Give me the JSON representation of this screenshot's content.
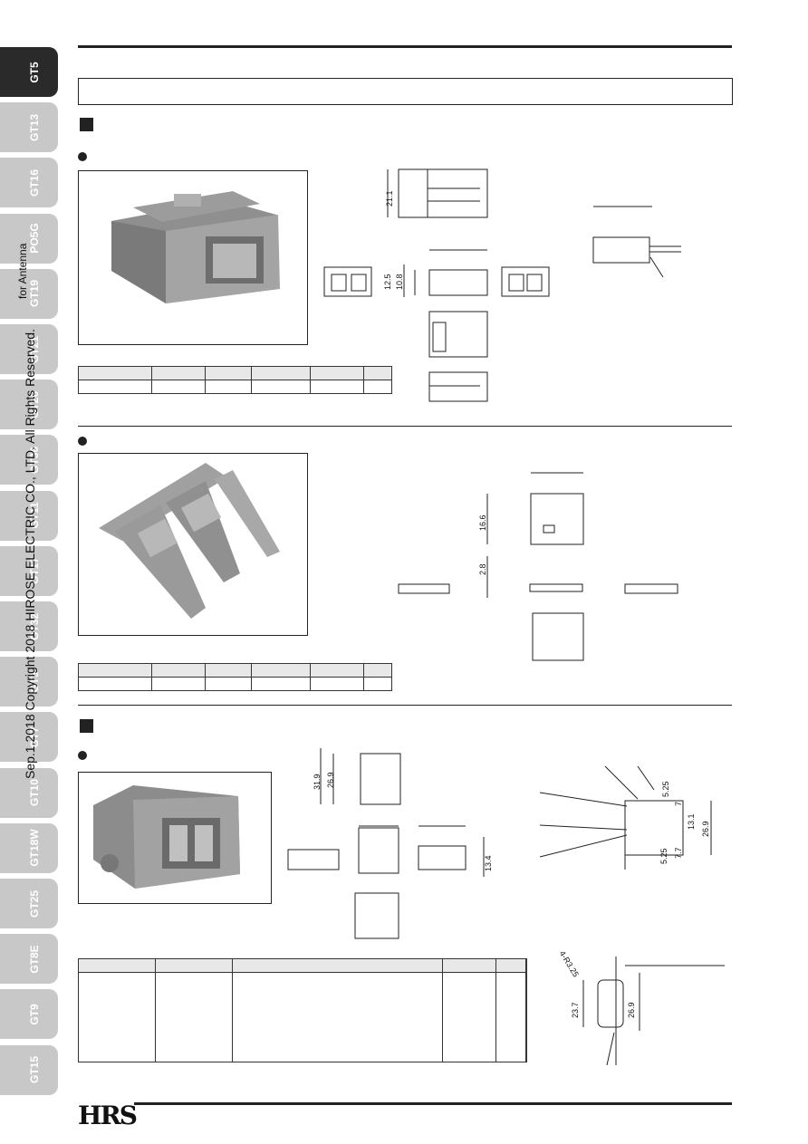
{
  "side_tabs": [
    "GT5",
    "GT13",
    "GT16",
    "PO5G",
    "GT19",
    "GT21",
    "GT26",
    "GT36",
    "GT11",
    "GT17",
    "GT32",
    "GT3",
    "GT7",
    "GT10",
    "GT18W",
    "GT25",
    "GT8E",
    "GT9",
    "GT15"
  ],
  "active_tab": "GT5",
  "side_caption": "Sep.1.2018  Copyright 2018 HIROSE ELECTRIC CO., LTD. All Rights Reserved.",
  "side_overlay": "for Antenna",
  "logo": "HRS",
  "dims": {
    "d21_1": "21.1",
    "d12_5": "12.5",
    "d10_8": "10.8",
    "d16_6": "16.6",
    "d2_8": "2.8",
    "d31_9": "31.9",
    "d26_9a": "26.9",
    "d13_4": "13.4",
    "d5_25a": "5.25",
    "d7a": "7",
    "d13_1": "13.1",
    "d26_9b": "26.9",
    "d5_25b": "5.25",
    "d7_7": "7.7",
    "d4r": "4-R3.25",
    "d23_7": "23.7",
    "d26_9c": "26.9"
  },
  "colors": {
    "dark": "#222222",
    "tab": "#c8c8c8",
    "part": "#9a9a9a"
  }
}
